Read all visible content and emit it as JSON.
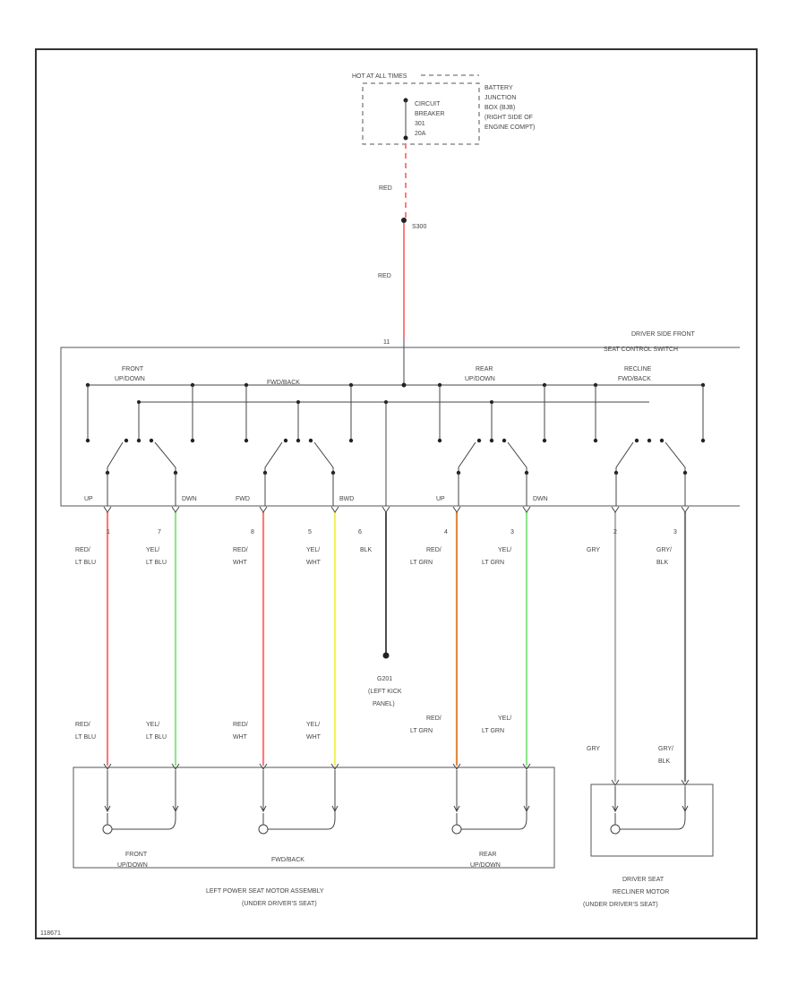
{
  "power": {
    "hot": "HOT AT ALL TIMES",
    "breaker": [
      "CIRCUIT",
      "BREAKER",
      "301",
      "20A"
    ],
    "junction": [
      "BATTERY",
      "JUNCTION",
      "BOX (BJB)",
      "(RIGHT SIDE OF",
      "ENGINE COMPT)"
    ],
    "wire_top": "RED",
    "splice": "S300",
    "wire_mid": "RED"
  },
  "switch": {
    "title": [
      "DRIVER SIDE FRONT",
      "SEAT CONTROL SWITCH"
    ],
    "pin_in": "11",
    "groups": [
      [
        "FRONT",
        "UP/DOWN"
      ],
      [
        "FWD/BACK"
      ],
      [
        "REAR",
        "UP/DOWN"
      ],
      [
        "RECLINE",
        "FWD/BACK"
      ]
    ],
    "terminals": [
      "UP",
      "DWN",
      "FWD",
      "BWD",
      "UP",
      "DWN",
      "",
      ""
    ],
    "pins": [
      "1",
      "7",
      "8",
      "5",
      "6",
      "4",
      "3",
      "2",
      "3"
    ]
  },
  "wires": {
    "w1": [
      "RED/",
      "LT BLU"
    ],
    "w2": [
      "YEL/",
      "LT BLU"
    ],
    "w3": [
      "RED/",
      "WHT"
    ],
    "w4": [
      "YEL/",
      "WHT"
    ],
    "w5": [
      "BLK"
    ],
    "w6": [
      "RED/",
      "LT GRN"
    ],
    "w7": [
      "YEL/",
      "LT GRN"
    ],
    "w8": [
      "GRY"
    ],
    "w9": [
      "GRY/",
      "BLK"
    ]
  },
  "ground": [
    "G201",
    "(LEFT KICK",
    "PANEL)"
  ],
  "motor_assembly": {
    "motors": [
      [
        "FRONT",
        "UP/DOWN"
      ],
      [
        "FWD/BACK"
      ],
      [
        "REAR",
        "UP/DOWN"
      ]
    ],
    "label": [
      "LEFT POWER SEAT MOTOR ASSEMBLY",
      "(UNDER DRIVER'S SEAT)"
    ]
  },
  "recliner": {
    "label": [
      "DRIVER SEAT",
      "RECLINER MOTOR",
      "(UNDER DRIVER'S SEAT)"
    ]
  },
  "footer_code": "118671",
  "colors": {
    "red": "#ff7b7b",
    "green": "#8de88d",
    "yellow": "#f2f25a",
    "orange": "#e38a3d",
    "gray": "#b4b4b4",
    "dark_gray": "#7c7c7c",
    "black": "#222222"
  }
}
